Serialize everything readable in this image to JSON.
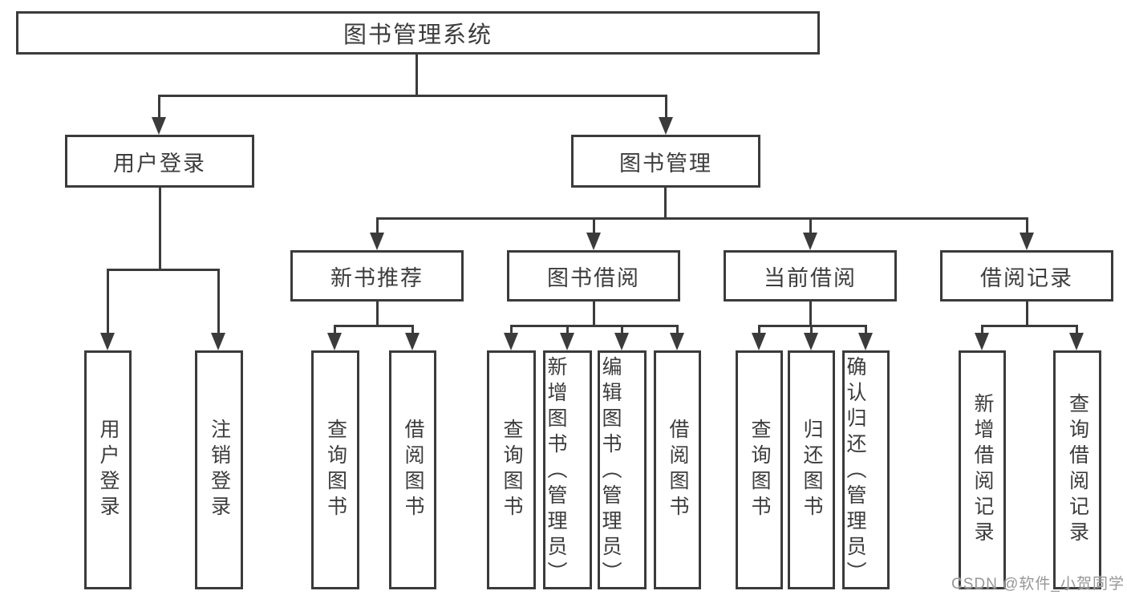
{
  "diagram": {
    "root": {
      "label": "图书管理系统"
    },
    "branches": [
      {
        "label": "用户登录",
        "children": [
          {
            "label": "用户登录"
          },
          {
            "label": "注销登录"
          }
        ]
      },
      {
        "label": "图书管理",
        "groups": [
          {
            "label": "新书推荐",
            "children": [
              {
                "label": "查询图书"
              },
              {
                "label": "借阅图书"
              }
            ]
          },
          {
            "label": "图书借阅",
            "children": [
              {
                "label": "查询图书"
              },
              {
                "label": "新增图书（管理员）"
              },
              {
                "label": "编辑图书（管理员）"
              },
              {
                "label": "借阅图书"
              }
            ]
          },
          {
            "label": "当前借阅",
            "children": [
              {
                "label": "查询图书"
              },
              {
                "label": "归还图书"
              },
              {
                "label": "确认归还（管理员）"
              }
            ]
          },
          {
            "label": "借阅记录",
            "children": [
              {
                "label": "新增借阅记录"
              },
              {
                "label": "查询借阅记录"
              }
            ]
          }
        ]
      }
    ]
  },
  "watermark": {
    "text": "CSDN @软件_小贺同学"
  },
  "colors": {
    "line": "#3b3b3b",
    "text": "#3c3c3c",
    "watermark": "#979797",
    "background": "#ffffff"
  }
}
